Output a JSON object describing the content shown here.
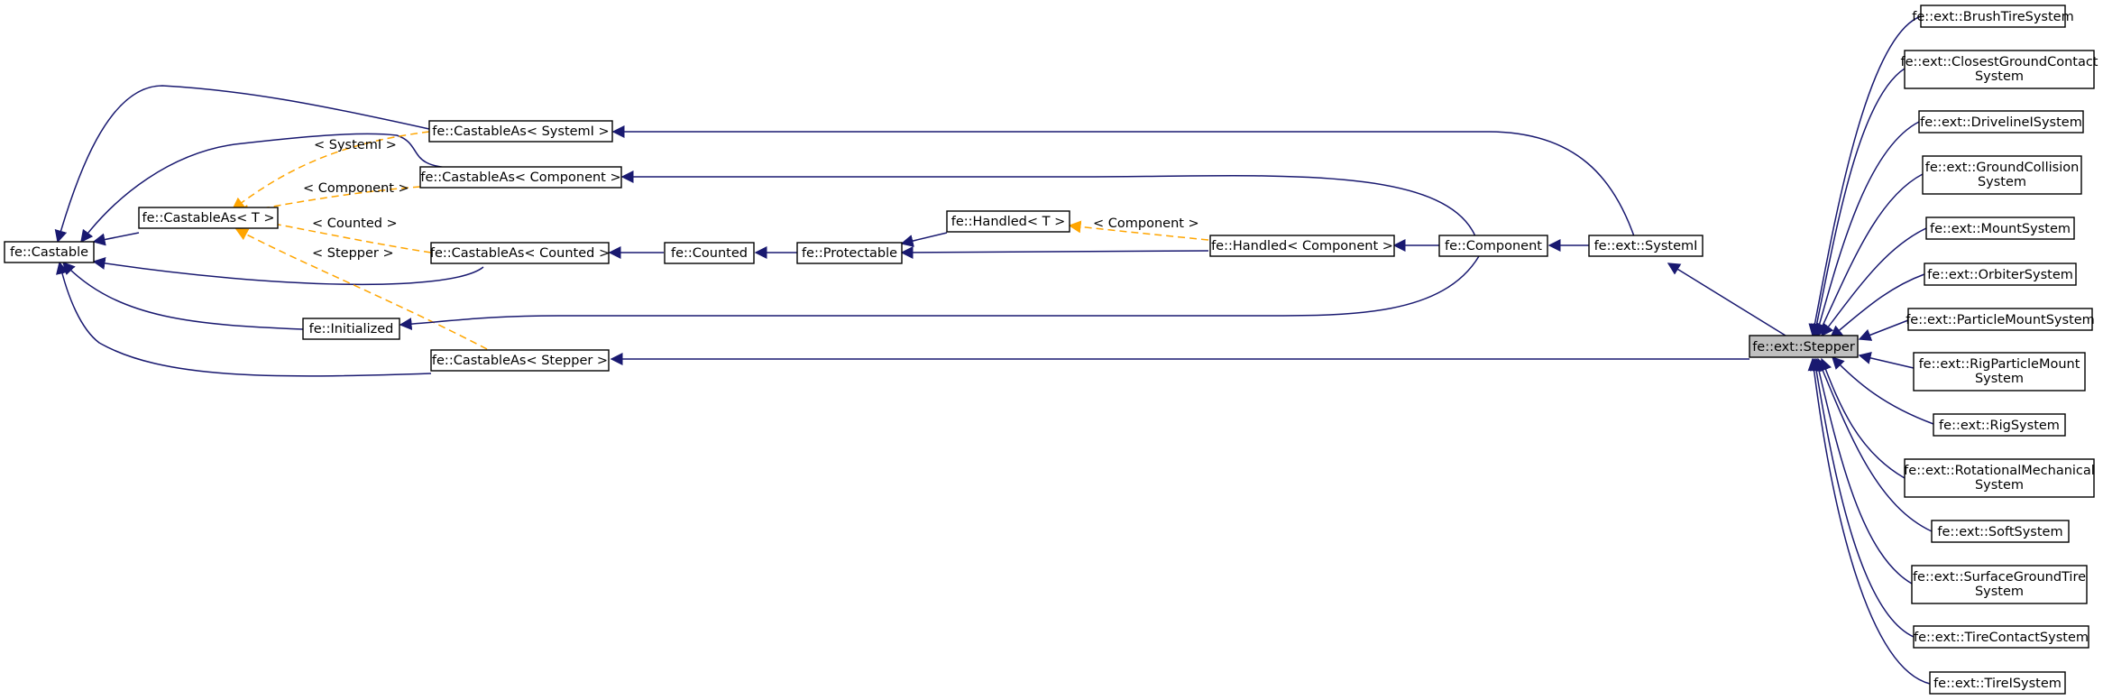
{
  "nodes": {
    "castable": "fe::Castable",
    "castable_t": "fe::CastableAs< T >",
    "castable_systemi": "fe::CastableAs< SystemI >",
    "castable_component": "fe::CastableAs< Component >",
    "castable_counted": "fe::CastableAs< Counted >",
    "castable_stepper": "fe::CastableAs< Stepper >",
    "initialized": "fe::Initialized",
    "counted": "fe::Counted",
    "protectable": "fe::Protectable",
    "handled_t": "fe::Handled< T >",
    "handled_component": "fe::Handled< Component >",
    "component": "fe::Component",
    "systemi": "fe::ext::SystemI",
    "stepper": "fe::ext::Stepper",
    "brushtire": "fe::ext::BrushTireSystem",
    "closestground": [
      "fe::ext::ClosestGroundContact",
      "System"
    ],
    "drivelinei": "fe::ext::DrivelineISystem",
    "groundcollision": [
      "fe::ext::GroundCollision",
      "System"
    ],
    "mount": "fe::ext::MountSystem",
    "orbiter": "fe::ext::OrbiterSystem",
    "particlemount": "fe::ext::ParticleMountSystem",
    "rigparticlemount": [
      "fe::ext::RigParticleMount",
      "System"
    ],
    "rig": "fe::ext::RigSystem",
    "rotationalmech": [
      "fe::ext::RotationalMechanical",
      "System"
    ],
    "soft": "fe::ext::SoftSystem",
    "surfacegroundtire": [
      "fe::ext::SurfaceGroundTire",
      "System"
    ],
    "tirecontact": "fe::ext::TireContactSystem",
    "tirei": "fe::ext::TireISystem"
  },
  "edge_labels": {
    "systemi": "< SystemI >",
    "component": "< Component >",
    "counted": "< Counted >",
    "stepper": "< Stepper >",
    "handled_component": "< Component >"
  },
  "colors": {
    "inheritance_edge": "#191970",
    "template_edge": "#ffa500",
    "focus_fill": "#bfbfbf"
  }
}
